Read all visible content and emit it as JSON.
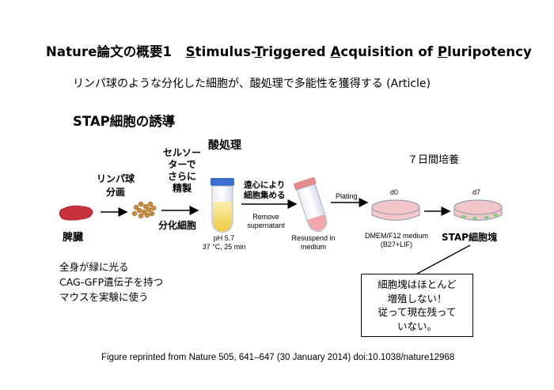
{
  "header": {
    "title_prefix": "Nature論文の概要1",
    "title_words": [
      {
        "first": "S",
        "rest": "timulus-"
      },
      {
        "first": "T",
        "rest": "riggered "
      },
      {
        "first": "A",
        "rest": "cquisition of "
      },
      {
        "first": "P",
        "rest": "luripotency"
      }
    ],
    "subtitle": "リンパ球のような分化した細胞が、酸処理で多能性を獲得する (Article)",
    "section": "STAP細胞の誘導"
  },
  "diagram": {
    "spleen_label": "脾臓",
    "lymph_label": [
      "リンパ球",
      "分画"
    ],
    "sorted_label": [
      "セルソー",
      "ターで",
      "さらに",
      "精製"
    ],
    "differentiated_label": "分化細胞",
    "acid_label": "酸処理",
    "acid_conditions": [
      "pH 5.7",
      "37 °C, 25 min"
    ],
    "centrifuge_label": [
      "遠心により",
      "細胞集める"
    ],
    "remove_label": [
      "Remove",
      "supernatant"
    ],
    "resuspend_label": [
      "Resuspend in",
      "medium"
    ],
    "plating_label": "Plating",
    "d0_label": "d0",
    "d7_label": "d7",
    "culture_label": "７日間培養",
    "medium_label": [
      "DMEM/F12 medium",
      "(B27+LIF)"
    ],
    "stap_label": "STAP細胞塊",
    "colors": {
      "spleen": "#c8323a",
      "cells": "#c98a3a",
      "tube_liquid": "#f2d65a",
      "dish_medium": "#f3c7c9",
      "green": "#7fd07a",
      "cap_blue": "#3a6fd0"
    }
  },
  "notes": {
    "mouse_lines": [
      "全身が緑に光る",
      "CAG-GFP遺伝子を持つ",
      "マウスを実験に使う"
    ],
    "callout_lines": [
      "細胞塊はほとんど",
      "増殖しない！",
      "従って現在残って",
      "いない。"
    ]
  },
  "footer": "Figure reprinted from Nature 505, 641–647 (30 January 2014) doi:10.1038/nature12968"
}
